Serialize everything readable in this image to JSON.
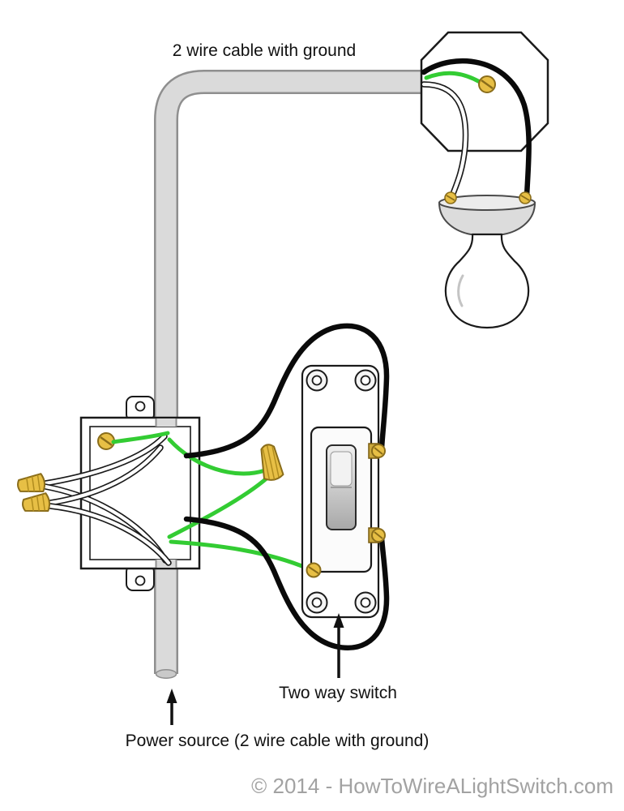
{
  "diagram": {
    "labels": {
      "cable": "2 wire cable with ground",
      "switch": "Two way switch",
      "power": "Power source (2 wire cable with ground)"
    },
    "footer": "© 2014 - HowToWireALightSwitch.com",
    "colors": {
      "wire_green": "#33cc33",
      "wire_black": "#0a0a0a",
      "wire_white": "#ffffff",
      "conduit": "#dadada",
      "conduit_edge": "#8f8f8f",
      "brass": "#e7bf45",
      "footer_text": "#a2a2a2"
    },
    "components": [
      "octagon ceiling box",
      "light fixture with bulb",
      "2 wire cable with ground",
      "junction box",
      "wire nuts",
      "two way switch"
    ]
  }
}
